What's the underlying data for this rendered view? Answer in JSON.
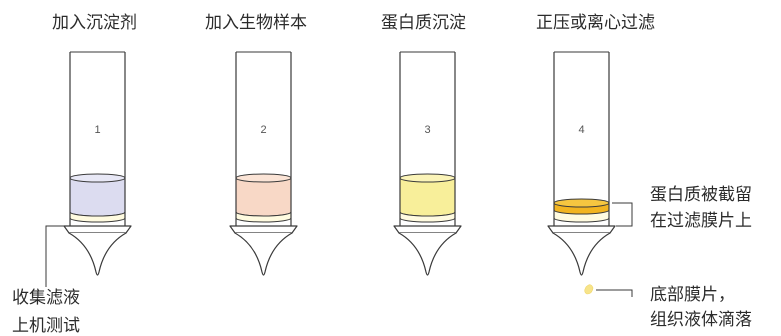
{
  "steps": [
    {
      "title": "加入沉淀剂",
      "number": "1"
    },
    {
      "title": "加入生物样本",
      "number": "2"
    },
    {
      "title": "蛋白质沉淀",
      "number": "3"
    },
    {
      "title": "正压或离心过滤",
      "number": "4"
    }
  ],
  "notes": {
    "left_line1": "收集滤液",
    "left_line2": "上机测试",
    "right_top_line1": "蛋白质被截留",
    "right_top_line2": "在过滤膜片上",
    "right_bottom_line1": "底部膜片，",
    "right_bottom_line2": "组织液体滴落"
  },
  "colors": {
    "outline": "#3a3a3a",
    "precipitant": "#dcdcf0",
    "membrane": "#fffbe0",
    "sample": "#f8d8c6",
    "protein": "#f8ef9a",
    "retained_protein": "#f2b420",
    "droplet": "#f7e48a"
  }
}
